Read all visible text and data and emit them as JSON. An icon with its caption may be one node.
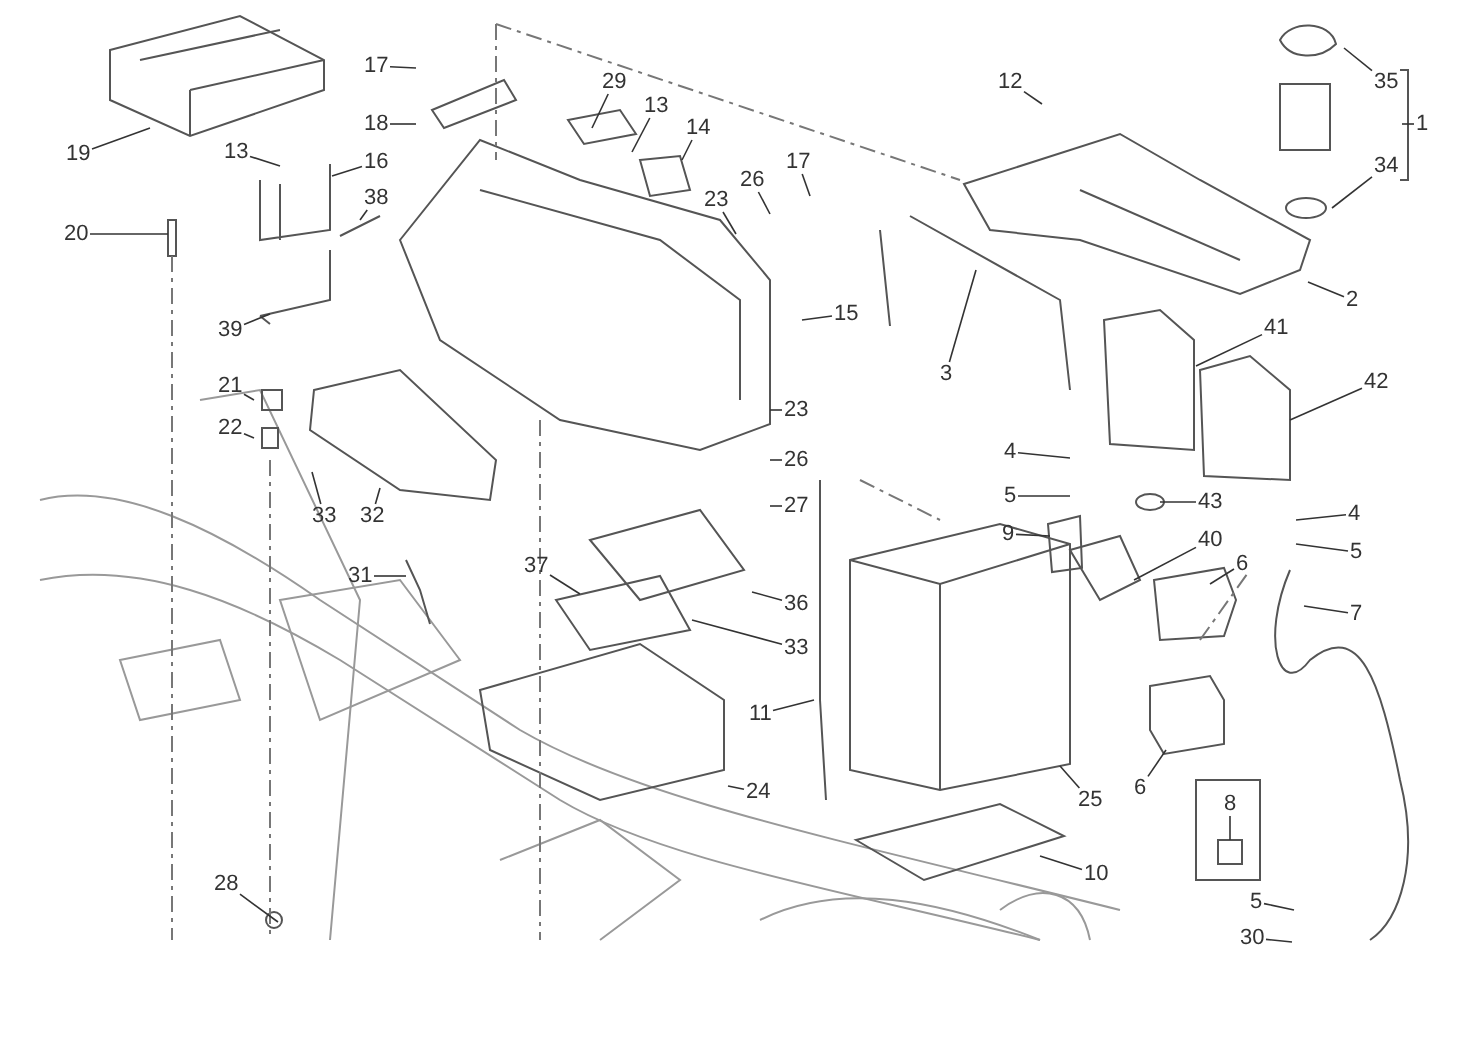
{
  "diagram": {
    "nodes": [
      {
        "text": [
          "1"
        ]
      },
      {
        "text": [
          "2"
        ]
      },
      {
        "text": [
          "3"
        ]
      },
      {
        "text": [
          "4"
        ]
      },
      {
        "text": [
          "5"
        ]
      },
      {
        "text": [
          "4"
        ]
      },
      {
        "text": [
          "5"
        ]
      },
      {
        "text": [
          "6"
        ]
      },
      {
        "text": [
          "6"
        ]
      },
      {
        "text": [
          "7"
        ]
      },
      {
        "text": [
          "8"
        ]
      },
      {
        "text": [
          "9"
        ]
      },
      {
        "text": [
          "10"
        ]
      },
      {
        "text": [
          "11"
        ]
      },
      {
        "text": [
          "12"
        ]
      },
      {
        "text": [
          "13"
        ]
      },
      {
        "text": [
          "13"
        ]
      },
      {
        "text": [
          "14"
        ]
      },
      {
        "text": [
          "15"
        ]
      },
      {
        "text": [
          "16"
        ]
      },
      {
        "text": [
          "17"
        ]
      },
      {
        "text": [
          "17"
        ]
      },
      {
        "text": [
          "18"
        ]
      },
      {
        "text": [
          "19"
        ]
      },
      {
        "text": [
          "20"
        ]
      },
      {
        "text": [
          "21"
        ]
      },
      {
        "text": [
          "22"
        ]
      },
      {
        "text": [
          "23"
        ]
      },
      {
        "text": [
          "23"
        ]
      },
      {
        "text": [
          "24"
        ]
      },
      {
        "text": [
          "25"
        ]
      },
      {
        "text": [
          "26"
        ]
      },
      {
        "text": [
          "26"
        ]
      },
      {
        "text": [
          "27"
        ]
      },
      {
        "text": [
          "28"
        ]
      },
      {
        "text": [
          "29"
        ]
      },
      {
        "text": [
          "30"
        ]
      },
      {
        "text": [
          "31"
        ]
      },
      {
        "text": [
          "32"
        ]
      },
      {
        "text": [
          "33"
        ]
      },
      {
        "text": [
          "33"
        ]
      },
      {
        "text": [
          "34"
        ]
      },
      {
        "text": [
          "35"
        ]
      },
      {
        "text": [
          "36"
        ]
      },
      {
        "text": [
          "37"
        ]
      },
      {
        "text": [
          "38"
        ]
      },
      {
        "text": [
          "39"
        ]
      },
      {
        "text": [
          "40"
        ]
      },
      {
        "text": [
          "41"
        ]
      },
      {
        "text": [
          "42"
        ]
      },
      {
        "text": [
          "43"
        ]
      },
      {
        "text": [
          "5"
        ]
      }
    ],
    "edges": [
      {
        "from": 0,
        "to": null,
        "arrow": "none"
      },
      {
        "from": 1,
        "to": null,
        "arrow": "none"
      },
      {
        "from": 2,
        "to": null,
        "arrow": "none"
      },
      {
        "from": 3,
        "to": null,
        "arrow": "none"
      },
      {
        "from": 4,
        "to": null,
        "arrow": "none"
      },
      {
        "from": 5,
        "to": null,
        "arrow": "none"
      },
      {
        "from": 6,
        "to": null,
        "arrow": "none"
      },
      {
        "from": 7,
        "to": null,
        "arrow": "none"
      },
      {
        "from": 8,
        "to": null,
        "arrow": "none"
      },
      {
        "from": 9,
        "to": null,
        "arrow": "none"
      },
      {
        "from": 10,
        "to": null,
        "arrow": "none"
      },
      {
        "from": 11,
        "to": null,
        "arrow": "none"
      },
      {
        "from": 12,
        "to": null,
        "arrow": "none"
      },
      {
        "from": 13,
        "to": null,
        "arrow": "none"
      },
      {
        "from": 14,
        "to": null,
        "arrow": "none"
      },
      {
        "from": 15,
        "to": null,
        "arrow": "none"
      },
      {
        "from": 16,
        "to": null,
        "arrow": "none"
      },
      {
        "from": 17,
        "to": null,
        "arrow": "none"
      },
      {
        "from": 18,
        "to": null,
        "arrow": "none"
      },
      {
        "from": 19,
        "to": null,
        "arrow": "none"
      },
      {
        "from": 20,
        "to": null,
        "arrow": "none"
      },
      {
        "from": 21,
        "to": null,
        "arrow": "none"
      },
      {
        "from": 22,
        "to": null,
        "arrow": "none"
      },
      {
        "from": 23,
        "to": null,
        "arrow": "none"
      },
      {
        "from": 24,
        "to": null,
        "arrow": "none"
      },
      {
        "from": 25,
        "to": null,
        "arrow": "none"
      },
      {
        "from": 26,
        "to": null,
        "arrow": "none"
      },
      {
        "from": 27,
        "to": null,
        "arrow": "none"
      },
      {
        "from": 28,
        "to": null,
        "arrow": "none"
      },
      {
        "from": 29,
        "to": null,
        "arrow": "none"
      },
      {
        "from": 30,
        "to": null,
        "arrow": "none"
      },
      {
        "from": 31,
        "to": null,
        "arrow": "none"
      },
      {
        "from": 32,
        "to": null,
        "arrow": "none"
      },
      {
        "from": 33,
        "to": null,
        "arrow": "none"
      },
      {
        "from": 34,
        "to": null,
        "arrow": "none"
      },
      {
        "from": 35,
        "to": null,
        "arrow": "none"
      },
      {
        "from": 36,
        "to": null,
        "arrow": "none"
      },
      {
        "from": 37,
        "to": null,
        "arrow": "none"
      },
      {
        "from": 38,
        "to": null,
        "arrow": "none"
      },
      {
        "from": 39,
        "to": null,
        "arrow": "none"
      },
      {
        "from": 40,
        "to": null,
        "arrow": "none"
      },
      {
        "from": 41,
        "to": null,
        "arrow": "none"
      },
      {
        "from": 42,
        "to": null,
        "arrow": "none"
      },
      {
        "from": 43,
        "to": null,
        "arrow": "none"
      },
      {
        "from": 44,
        "to": null,
        "arrow": "none"
      },
      {
        "from": 45,
        "to": null,
        "arrow": "none"
      },
      {
        "from": 46,
        "to": null,
        "arrow": "none"
      },
      {
        "from": 47,
        "to": null,
        "arrow": "none"
      },
      {
        "from": 48,
        "to": null,
        "arrow": "none"
      },
      {
        "from": 49,
        "to": null,
        "arrow": "none"
      },
      {
        "from": 50,
        "to": null,
        "arrow": "none"
      },
      {
        "from": 51,
        "to": null,
        "arrow": "none"
      }
    ]
  }
}
